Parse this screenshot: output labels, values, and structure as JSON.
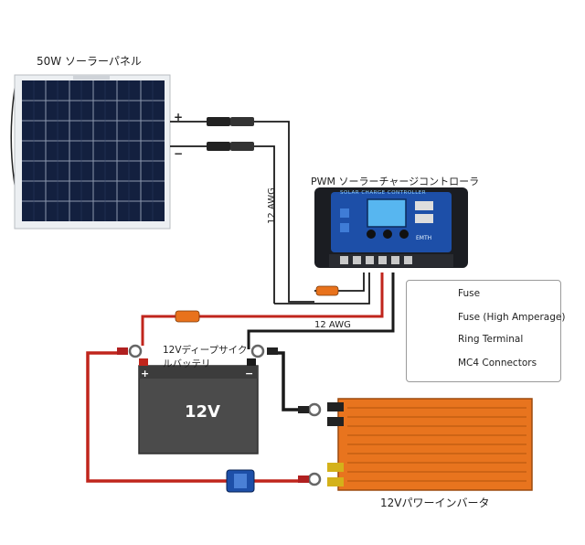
{
  "panel": {
    "label": "50W ソーラーパネル"
  },
  "controller": {
    "label": "PWM ソーラーチャージコントローラ",
    "face_text": "SOLAR CHARGE CONTROLLER",
    "brand": "EMTH"
  },
  "battery": {
    "label": "12Vディープサイクルバッテリ",
    "voltage": "12V"
  },
  "inverter": {
    "label": "12Vパワーインバータ"
  },
  "wires": {
    "gauge_vertical": "12 AWG",
    "gauge_horizontal": "12 AWG"
  },
  "legend": {
    "items": [
      {
        "text": "Fuse",
        "icon": "fuse-icon"
      },
      {
        "text": "Fuse (High Amperage)",
        "icon": "high-amp-fuse-icon"
      },
      {
        "text": "Ring Terminal",
        "icon": "ring-terminal-icon"
      },
      {
        "text": "MC4 Connectors",
        "icon": "mc4-connector-icon"
      }
    ]
  },
  "colors": {
    "positive_wire": "#c0251c",
    "negative_wire": "#1a1a1a",
    "inverter": "#e8741e",
    "controller": "#1d4fa8"
  }
}
